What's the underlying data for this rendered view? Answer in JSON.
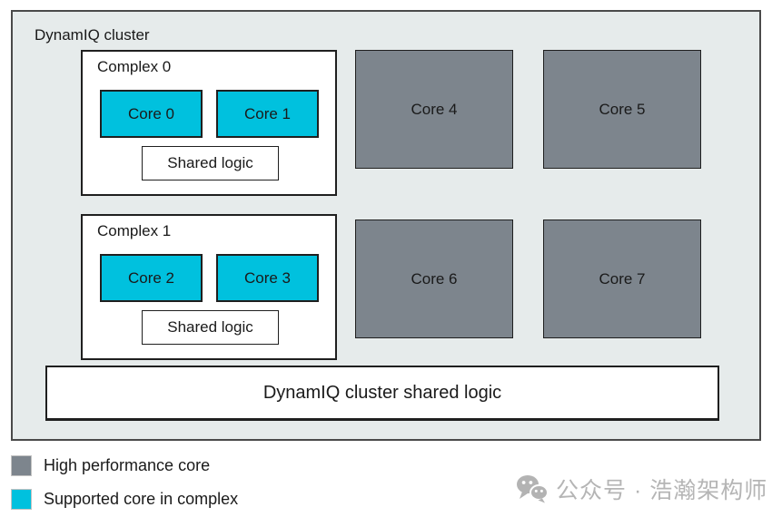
{
  "cluster": {
    "title": "DynamIQ cluster",
    "complexes": [
      {
        "label": "Complex 0",
        "cores": [
          "Core 0",
          "Core 1"
        ],
        "shared_label": "Shared logic"
      },
      {
        "label": "Complex 1",
        "cores": [
          "Core 2",
          "Core 3"
        ],
        "shared_label": "Shared logic"
      }
    ],
    "big_cores": [
      "Core 4",
      "Core 5",
      "Core 6",
      "Core 7"
    ],
    "shared_bar_label": "DynamIQ cluster shared logic"
  },
  "legend": [
    {
      "label": "High performance core",
      "color": "#7D858D"
    },
    {
      "label": "Supported core in complex",
      "color": "#00C1DE"
    }
  ],
  "watermark": {
    "icon": "wechat-icon",
    "text": "公众号 · 浩瀚架构师"
  },
  "colors": {
    "cluster_background": "#E6EBEB",
    "supported_core_cyan": "#00C1DE",
    "high_performance_gray": "#7D858D",
    "box_border": "#1F1F1F",
    "cluster_border": "#4A4A4A",
    "watermark_gray": "#B5B5B5"
  }
}
